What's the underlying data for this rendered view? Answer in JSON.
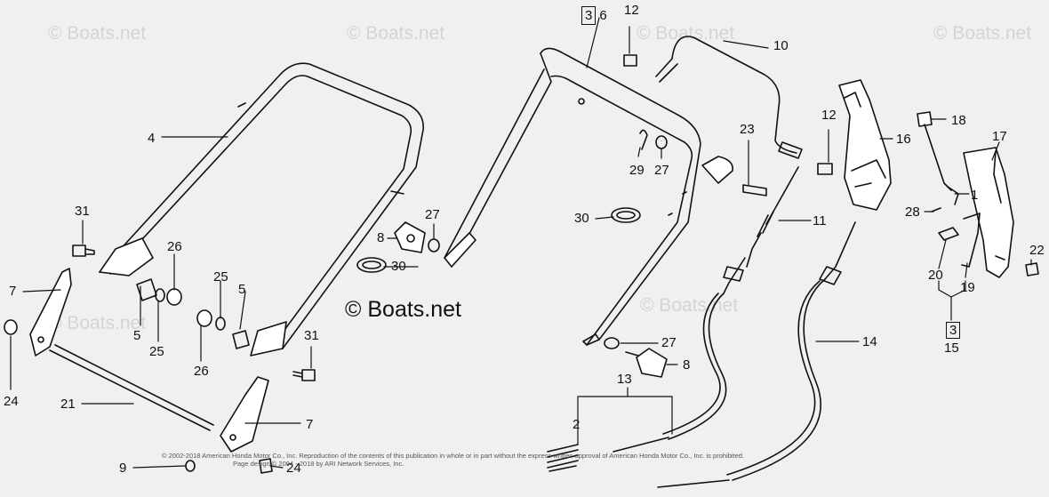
{
  "watermark": {
    "text": "© Boats.net"
  },
  "center_watermark": "© Boats.net",
  "callouts": [
    {
      "id": "c6",
      "text": "6",
      "boxed_prefix": "3"
    },
    {
      "id": "c12a",
      "text": "12"
    },
    {
      "id": "c10",
      "text": "10"
    },
    {
      "id": "c4",
      "text": "4"
    },
    {
      "id": "c31a",
      "text": "31"
    },
    {
      "id": "c7a",
      "text": "7"
    },
    {
      "id": "c26a",
      "text": "26"
    },
    {
      "id": "c5a",
      "text": "5"
    },
    {
      "id": "c25a",
      "text": "25"
    },
    {
      "id": "c25b",
      "text": "25"
    },
    {
      "id": "c5b",
      "text": "5"
    },
    {
      "id": "c26b",
      "text": "26"
    },
    {
      "id": "c31b",
      "text": "31"
    },
    {
      "id": "c24a",
      "text": "24"
    },
    {
      "id": "c21",
      "text": "21"
    },
    {
      "id": "c7b",
      "text": "7"
    },
    {
      "id": "c9",
      "text": "9"
    },
    {
      "id": "c24b",
      "text": "24"
    },
    {
      "id": "c27a",
      "text": "27"
    },
    {
      "id": "c8a",
      "text": "8"
    },
    {
      "id": "c30a",
      "text": "30"
    },
    {
      "id": "c29",
      "text": "29"
    },
    {
      "id": "c27b",
      "text": "27"
    },
    {
      "id": "c30b",
      "text": "30"
    },
    {
      "id": "c23",
      "text": "23"
    },
    {
      "id": "c12b",
      "text": "12"
    },
    {
      "id": "c16",
      "text": "16"
    },
    {
      "id": "c11",
      "text": "11"
    },
    {
      "id": "c27c",
      "text": "27"
    },
    {
      "id": "c8b",
      "text": "8"
    },
    {
      "id": "c13",
      "text": "13"
    },
    {
      "id": "c2",
      "text": "2"
    },
    {
      "id": "c14",
      "text": "14"
    },
    {
      "id": "c18",
      "text": "18"
    },
    {
      "id": "c17",
      "text": "17"
    },
    {
      "id": "c1",
      "text": "1"
    },
    {
      "id": "c28",
      "text": "28"
    },
    {
      "id": "c20",
      "text": "20"
    },
    {
      "id": "c19",
      "text": "19"
    },
    {
      "id": "c22",
      "text": "22"
    },
    {
      "id": "c3",
      "text": "3"
    },
    {
      "id": "c15",
      "text": "15"
    }
  ],
  "copyright": {
    "line1": "© 2002-2018 American Honda Motor Co., Inc. Reproduction of the contents of this publication in whole or in part without the express written approval of American Honda Motor Co., Inc. is prohibited.",
    "line2": "Page design © 2004 - 2018 by ARI Network Services, Inc."
  }
}
